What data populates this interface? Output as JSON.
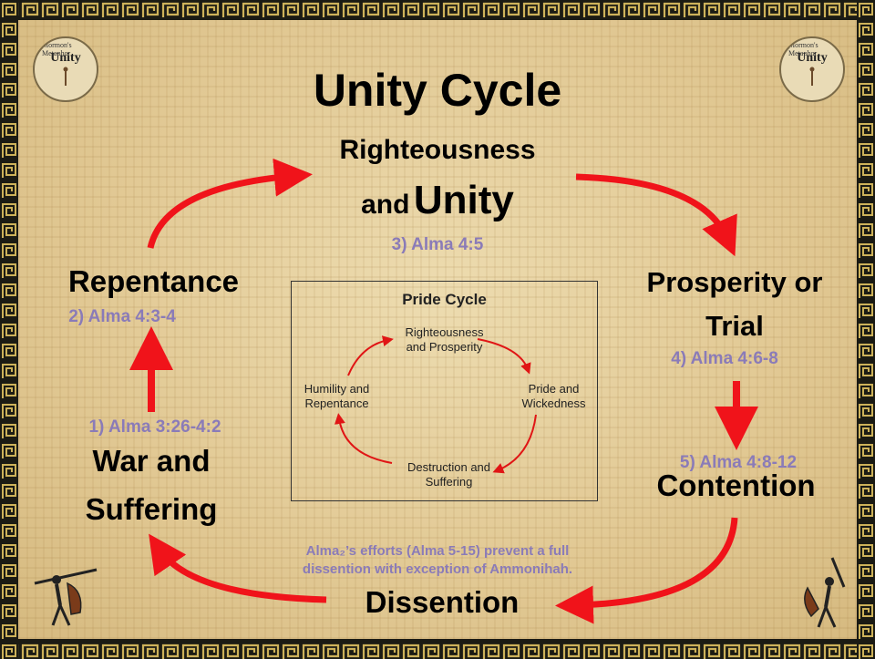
{
  "title": "Unity Cycle",
  "logo": {
    "arc_text": "Mormon's Metaphor",
    "center_text": "Unity"
  },
  "nodes": {
    "righteousness": {
      "line1": "Righteousness",
      "line2_small": "and",
      "line2_big": "Unity",
      "ref": "3) Alma 4:5"
    },
    "prosperity": {
      "line1": "Prosperity or",
      "line2": "Trial",
      "ref": "4) Alma 4:6-8"
    },
    "contention": {
      "ref": "5) Alma 4:8-12",
      "label": "Contention"
    },
    "dissention": {
      "label": "Dissention",
      "note_line1": "Alma₂’s efforts (Alma 5-15) prevent a full",
      "note_line2": "dissention with exception of Ammonihah."
    },
    "war": {
      "ref": "1) Alma 3:26-4:2",
      "line1": "War and",
      "line2": "Suffering"
    },
    "repentance": {
      "label": "Repentance",
      "ref": "2) Alma 4:3-4"
    }
  },
  "pride_cycle": {
    "title": "Pride Cycle",
    "top": [
      "Righteousness",
      "and Prosperity"
    ],
    "right": [
      "Pride and",
      "Wickedness"
    ],
    "bottom": [
      "Destruction and",
      "Suffering"
    ],
    "left": [
      "Humility and",
      "Repentance"
    ]
  },
  "colors": {
    "arrow": "#f0131a",
    "reference": "#8a7bb8",
    "pride_arrow": "#e01515",
    "border": "#b89a3a"
  }
}
